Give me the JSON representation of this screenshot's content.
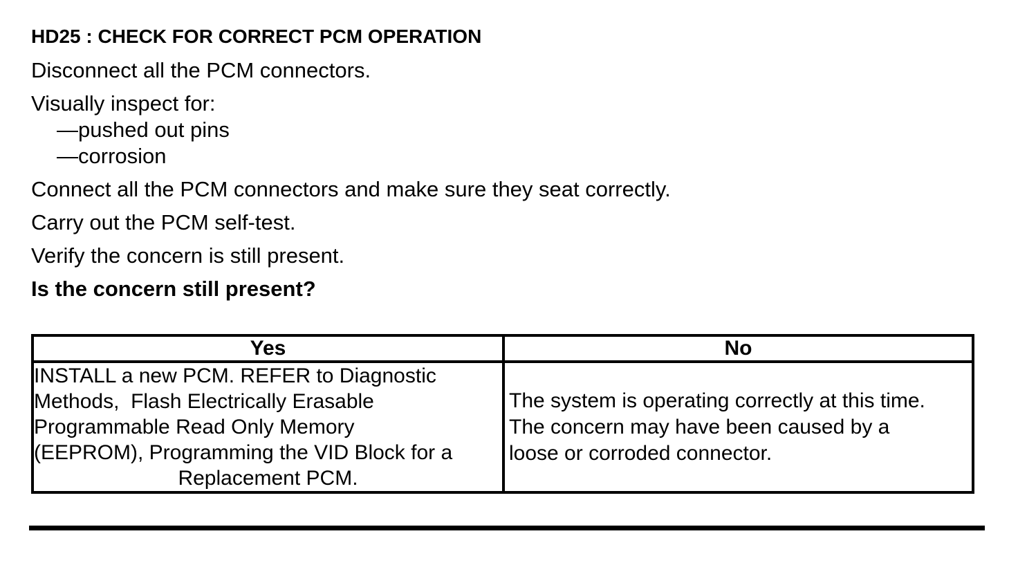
{
  "document": {
    "title": "HD25 : CHECK FOR CORRECT PCM OPERATION",
    "instructions": [
      "Disconnect all the PCM connectors.",
      "Visually inspect for:",
      "—pushed out pins",
      "—corrosion",
      "Connect all the PCM connectors and make sure they seat correctly.",
      "Carry out the PCM self-test.",
      "Verify the concern is still present."
    ],
    "question": "Is the concern still present?",
    "decision_table": {
      "headers": [
        "Yes",
        "No"
      ],
      "yes_action_lines": [
        "INSTALL a new PCM. REFER to Diagnostic",
        "Methods,  Flash Electrically Erasable",
        "Programmable Read Only Memory",
        "(EEPROM), Programming the VID Block for a",
        "Replacement PCM."
      ],
      "no_action_lines": [
        "The system is operating correctly at this time.",
        "The concern may have been caused by a",
        "loose or corroded connector."
      ]
    },
    "colors": {
      "text": "#000000",
      "background": "#ffffff"
    }
  }
}
